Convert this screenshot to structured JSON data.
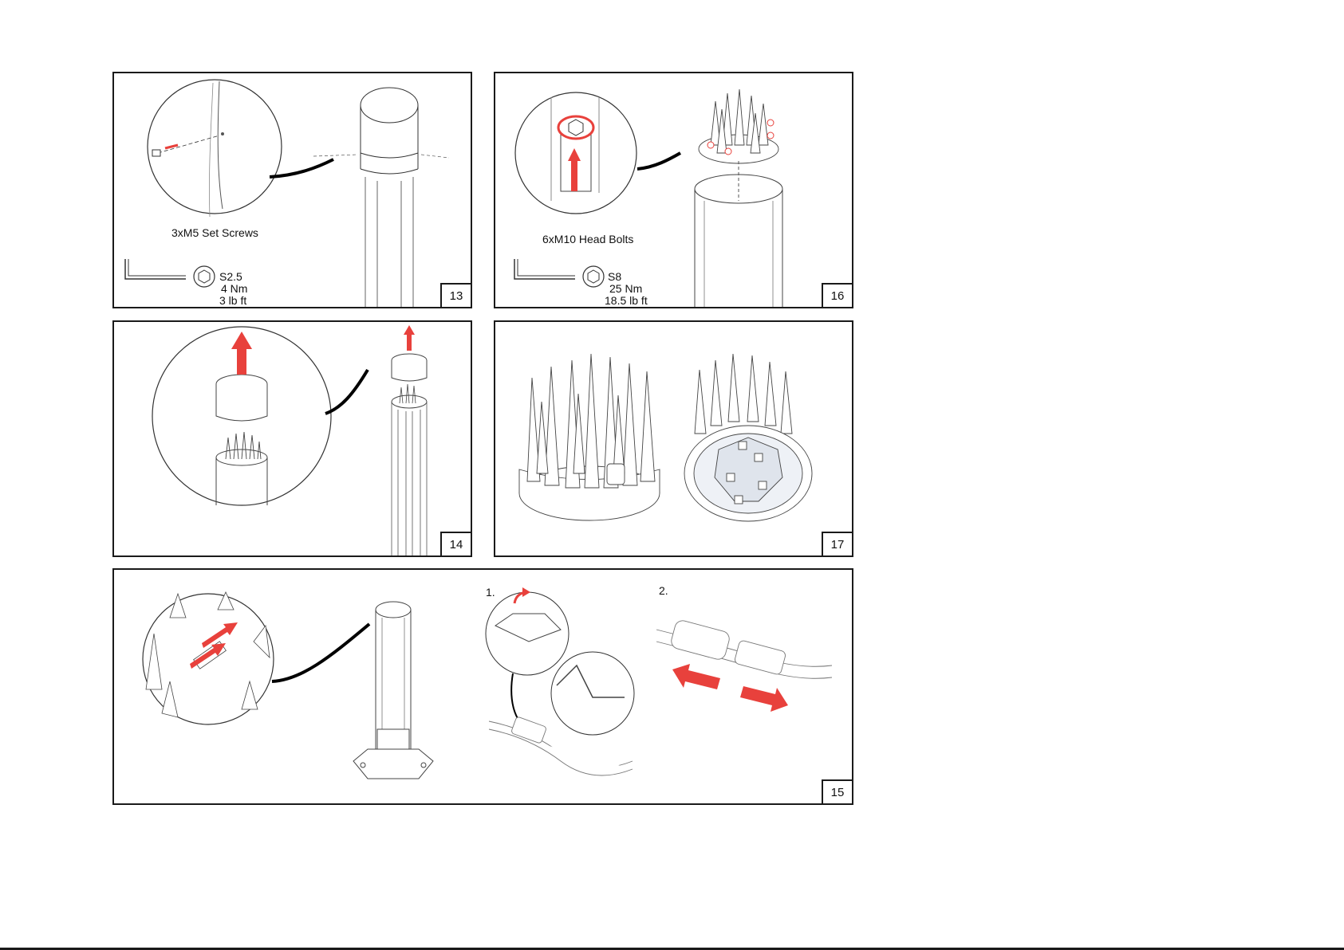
{
  "panels": [
    {
      "id": "p13",
      "step": "13",
      "label": "3xM5 Set Screws",
      "tool_size": "S2.5",
      "torque_nm": "4 Nm",
      "torque_lbft": "3 lb ft"
    },
    {
      "id": "p16",
      "step": "16",
      "label": "6xM10 Head Bolts",
      "tool_size": "S8",
      "torque_nm": "25 Nm",
      "torque_lbft": "18.5 lb ft"
    },
    {
      "id": "p14",
      "step": "14"
    },
    {
      "id": "p17",
      "step": "17"
    },
    {
      "id": "p15",
      "step": "15",
      "sub_label_1": "1.",
      "sub_label_2": "2."
    }
  ],
  "colors": {
    "arrow": "#e8413c",
    "line": "#1a1a1a",
    "sketch": "#777777"
  },
  "icons": [
    "allen-key-icon",
    "hex-socket-icon",
    "arrow-up-icon",
    "bidirectional-arrow-icon"
  ]
}
